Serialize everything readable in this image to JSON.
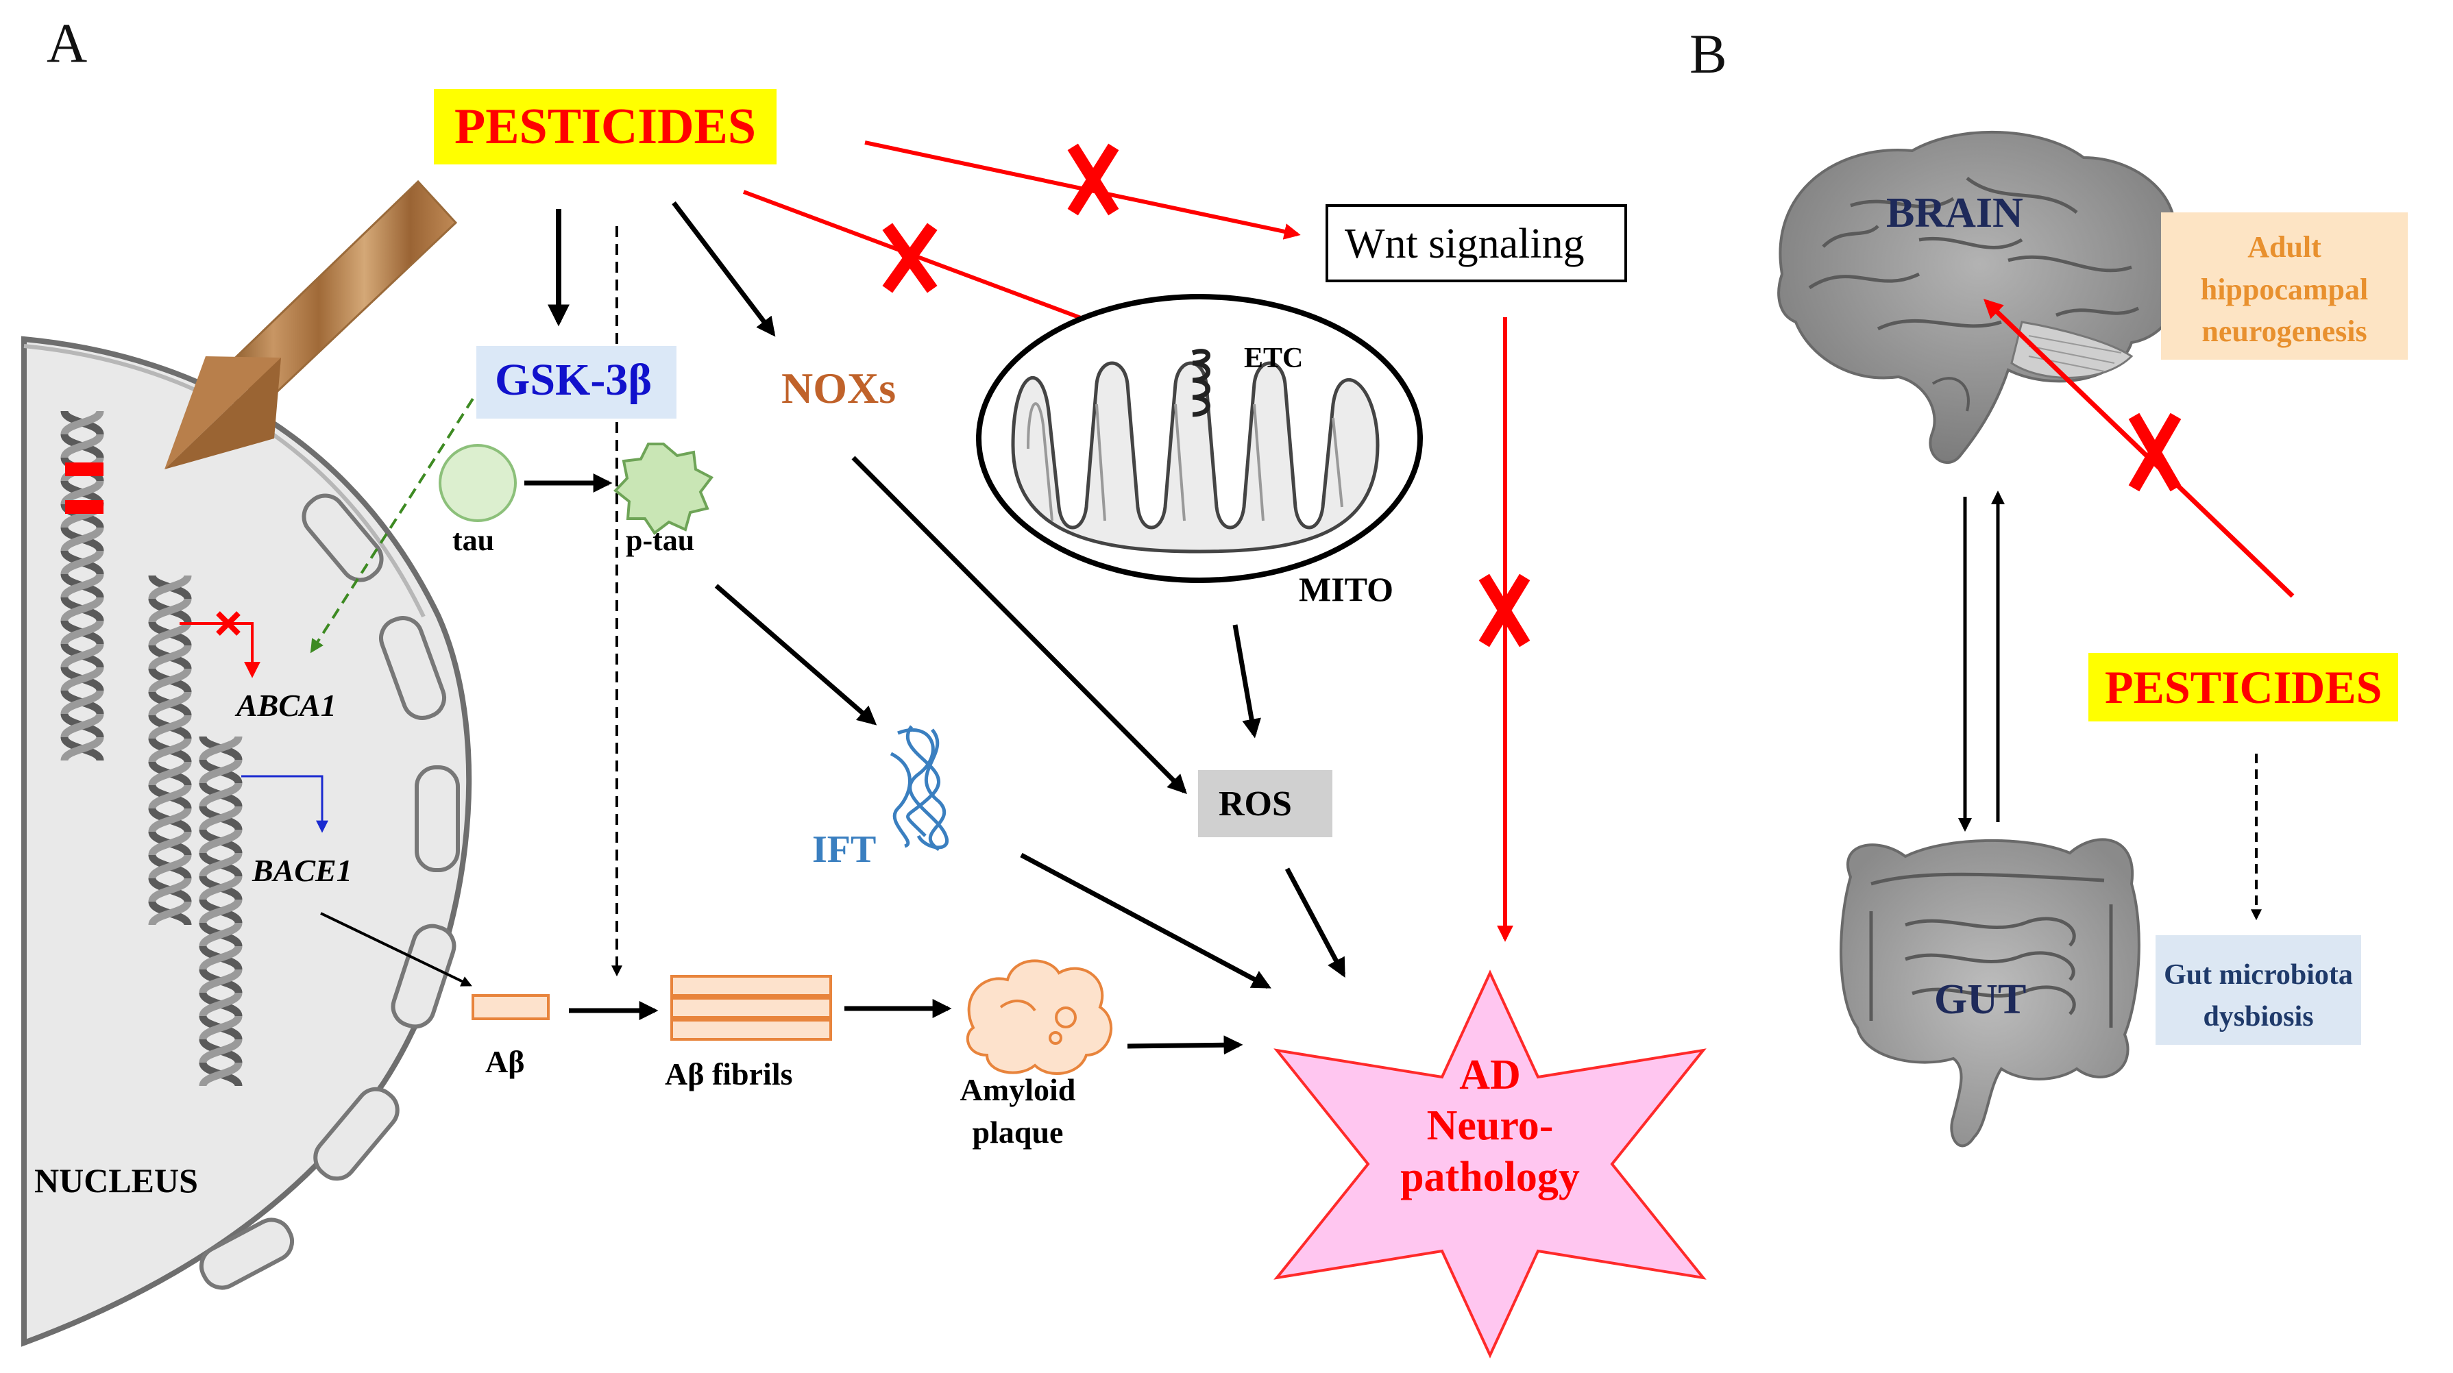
{
  "panelA": {
    "letter": "A",
    "pesticides": "PESTICIDES",
    "wnt": "Wnt signaling",
    "gsk": "GSK-3β",
    "noxs": "NOXs",
    "etc": "ETC",
    "mito": "MITO",
    "tau": "tau",
    "ptau": "p-tau",
    "abca1": "ABCA1",
    "bace1": "BACE1",
    "ift": "IFT",
    "ros": "ROS",
    "abeta": "Aβ",
    "fibrils": "Aβ fibrils",
    "amyloid_line1": "Amyloid",
    "amyloid_line2": "plaque",
    "nucleus": "NUCLEUS",
    "ad_line1": "AD",
    "ad_line2": "Neuro-",
    "ad_line3": "pathology"
  },
  "panelB": {
    "letter": "B",
    "brain": "BRAIN",
    "gut": "GUT",
    "neuro_line1": "Adult",
    "neuro_line2": "hippocampal",
    "neuro_line3": "neurogenesis",
    "pesticides": "PESTICIDES",
    "dysb_line1": "Gut microbiota",
    "dysb_line2": "dysbiosis"
  },
  "colors": {
    "red": "#ff0000",
    "yellow": "#ffff00",
    "gsk_bg": "#dbe8f7",
    "gsk_text": "#1111cc",
    "nox": "#c0622a",
    "ift": "#3a7fc0",
    "ros_bg": "#d0d0d0",
    "ad_fill": "#ffc6f0",
    "neuro_bg": "#fde4c4",
    "neuro_text": "#e8902e",
    "dysb_bg": "#dce7f3",
    "dysb_text": "#1f3a6a",
    "brain_text": "#1e2a5a"
  }
}
